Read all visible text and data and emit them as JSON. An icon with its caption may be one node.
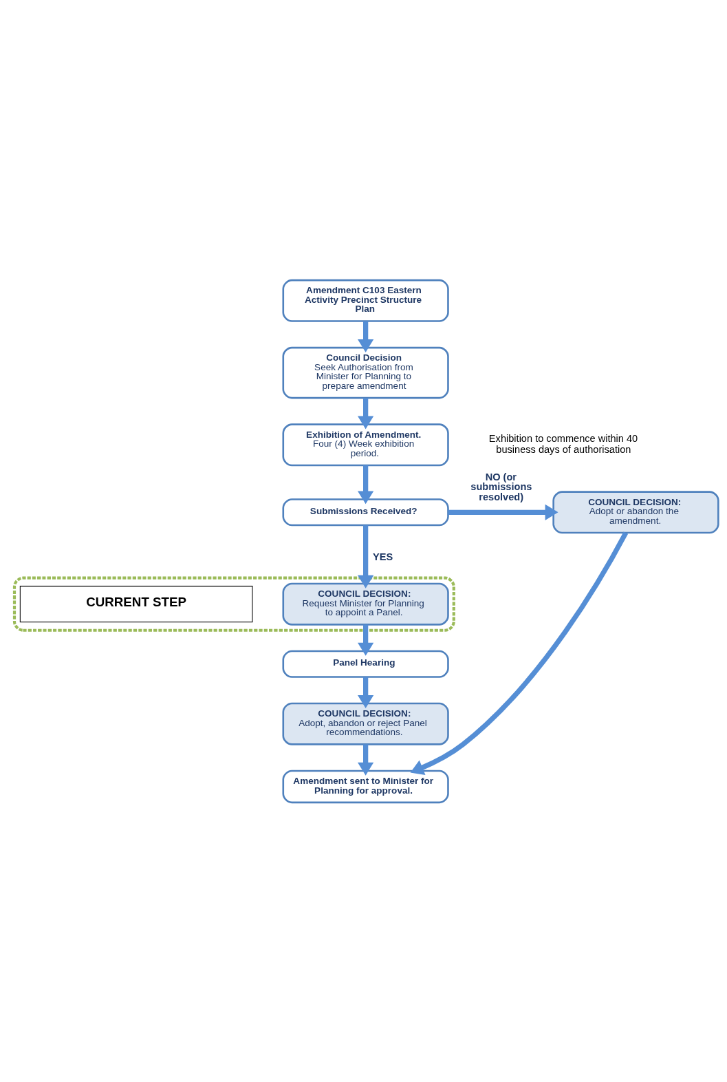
{
  "diagram": {
    "nodes": [
      {
        "text": [
          "Amendment C103 Eastern Activity Precinct Structure Plan"
        ]
      },
      {
        "text": [
          "Council Decision",
          "Seek Authorisation from Minister for Planning to prepare amendment"
        ]
      },
      {
        "text": [
          "Exhibition of Amendment.",
          "Four (4) Week exhibition period."
        ]
      },
      {
        "text": [
          "Submissions Received?"
        ]
      },
      {
        "text": [
          "COUNCIL DECISION:",
          "Adopt or abandon the amendment."
        ]
      },
      {
        "text": [],
        "shape": "box"
      },
      {
        "text": [
          "COUNCIL DECISION:",
          "Request Minister for Planning to appoint a Panel."
        ],
        "in": 5
      },
      {
        "text": [
          "CURRENT STEP"
        ],
        "in": 5
      },
      {
        "text": [
          "Panel Hearing"
        ]
      },
      {
        "text": [
          "COUNCIL DECISION:",
          "Adopt, abandon or reject Panel recommendations."
        ]
      },
      {
        "text": [
          "Amendment sent to Minister for Planning for approval."
        ]
      }
    ],
    "edges": [
      {
        "from": 0,
        "to": 1,
        "arrow": "to"
      },
      {
        "from": 1,
        "to": 2,
        "arrow": "to"
      },
      {
        "from": 2,
        "to": 3,
        "arrow": "to"
      },
      {
        "from": 3,
        "to": 4,
        "arrow": "to",
        "label": "NO (or submissions resolved)"
      },
      {
        "from": 3,
        "to": 6,
        "arrow": "to",
        "label": "YES"
      },
      {
        "from": 6,
        "to": 8,
        "arrow": "to"
      },
      {
        "from": 8,
        "to": 9,
        "arrow": "to"
      },
      {
        "from": 9,
        "to": 10,
        "arrow": "to"
      },
      {
        "from": 4,
        "to": 10,
        "arrow": "to"
      }
    ],
    "labels": [
      "Exhibition to commence within 40 business days of authorisation"
    ]
  }
}
